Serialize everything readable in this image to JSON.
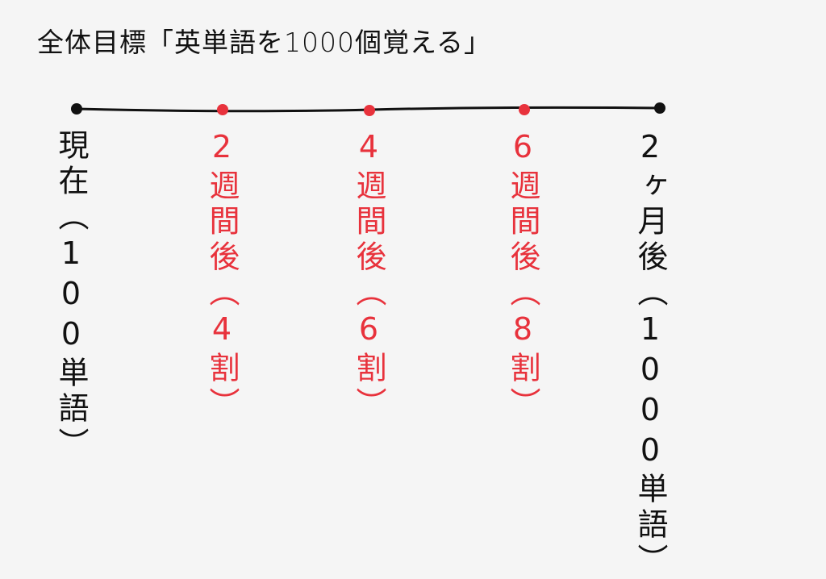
{
  "title": "全体目標「英単語を1000個覚える」",
  "colors": {
    "line": "#111111",
    "milestone": "#e8323c"
  },
  "milestones": [
    {
      "label": "現在（100単語）",
      "highlight": false
    },
    {
      "label": "2週間後（4割）",
      "highlight": true
    },
    {
      "label": "4週間後（6割）",
      "highlight": true
    },
    {
      "label": "6週間後（8割）",
      "highlight": true
    },
    {
      "label": "2ヶ月後（1000単語）",
      "highlight": false
    }
  ]
}
